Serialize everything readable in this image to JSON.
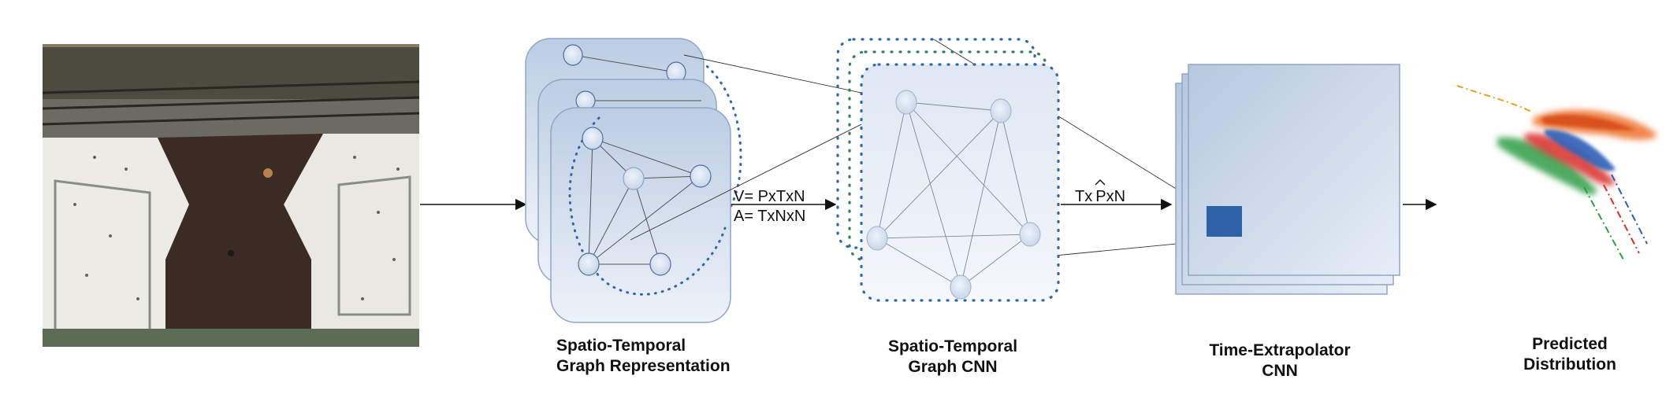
{
  "stages": {
    "graph_representation": {
      "line1": "Spatio-Temporal",
      "line2": "Graph Representation"
    },
    "graph_cnn": {
      "line1": "Spatio-Temporal",
      "line2": "Graph CNN"
    },
    "time_extrapolator": {
      "line1": "Time-Extrapolator",
      "line2": "CNN"
    },
    "prediction": {
      "line1": "Predicted",
      "line2": "Distribution"
    }
  },
  "annotations": {
    "v_dims": "V= PxTxN",
    "a_dims": "A= TxNxN",
    "tpn_prefix": "Tx",
    "tpn_p": "P",
    "tpn_suffix": "xN"
  },
  "colors": {
    "card_fill_top": "#bccde3",
    "card_fill_bottom": "#eef2f9",
    "card_stroke": "#8fa6c8",
    "node_fill": "#d9e3f0",
    "node_stroke": "#4f6f9f",
    "dot_blue": "#2f67a8",
    "dot_green": "#3a7d55",
    "highlight_square": "#2d62a6",
    "dist_orange": "#e8622a",
    "dist_red": "#d9302a",
    "dist_green": "#2e9e47",
    "dist_blue": "#2b5fb8"
  }
}
